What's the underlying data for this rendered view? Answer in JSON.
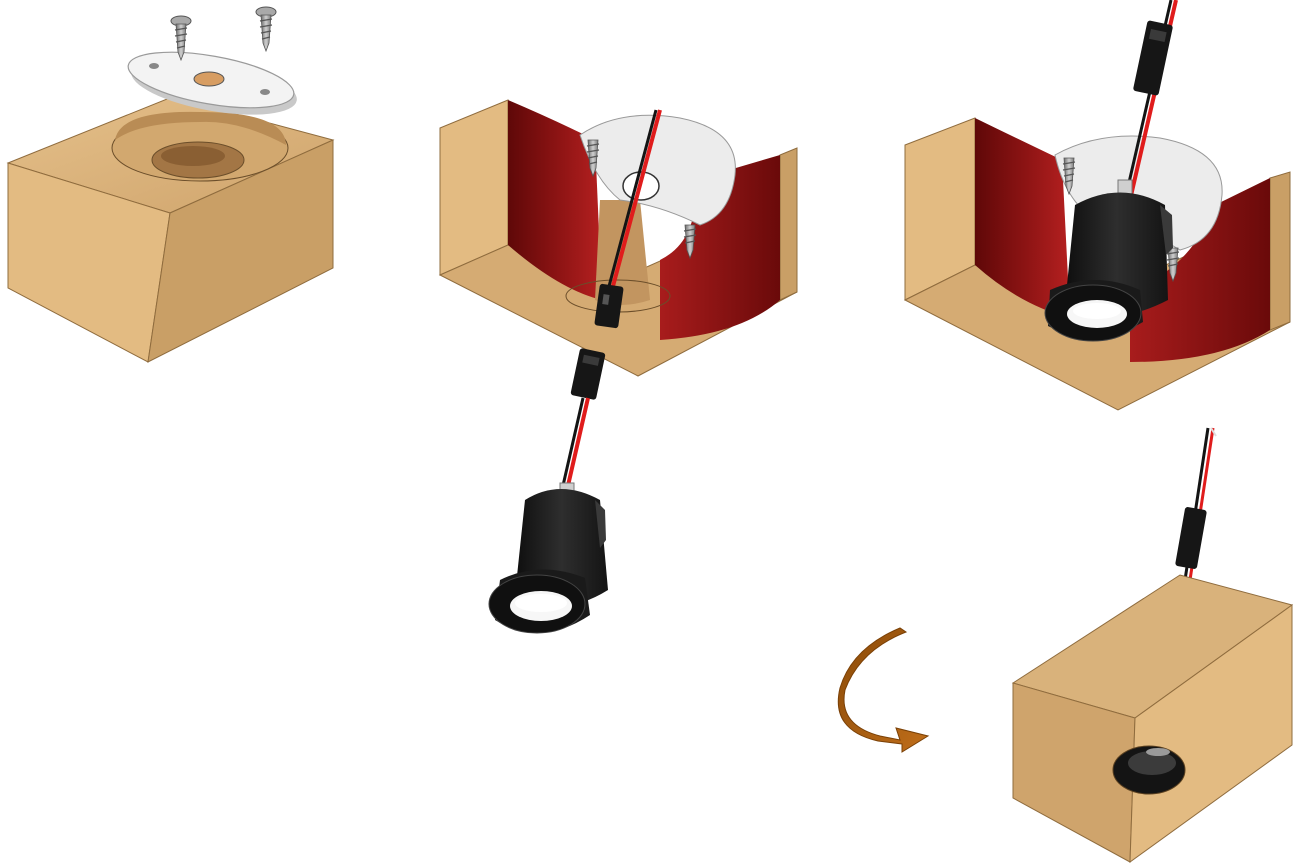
{
  "diagram": {
    "kind": "installation-illustration",
    "steps": [
      {
        "id": "step-1",
        "content": [
          "wood-block",
          "recess-hole",
          "mounting-plate",
          "screws"
        ]
      },
      {
        "id": "step-2",
        "content": [
          "block-cutaway",
          "mounting-plate",
          "screws",
          "cable",
          "connector",
          "spotlight"
        ]
      },
      {
        "id": "step-3",
        "content": [
          "block-cutaway",
          "mounting-plate",
          "screws",
          "cable",
          "connector",
          "spotlight-installed"
        ]
      },
      {
        "id": "step-4",
        "content": [
          "rotate-arrow",
          "wood-block-flipped",
          "spotlight-opening",
          "cable",
          "connector"
        ]
      }
    ],
    "colors": {
      "wood_top": "#dbb27a",
      "wood_left": "#e3bb82",
      "wood_right": "#c99f66",
      "wood_edge": "#8f6c3e",
      "cutaway_red": "#8e1414",
      "cutaway_red_dark": "#5f0808",
      "plate": "#f3f3f3",
      "plate_shadow": "#c9c9c9",
      "spotlight": "#1f1f1f",
      "spotlight_inner": "#f7f7f7",
      "cable_red": "#e01c1c",
      "cable_black": "#141414",
      "screw": "#9b9b9b",
      "arrow": "#a65c10"
    }
  }
}
